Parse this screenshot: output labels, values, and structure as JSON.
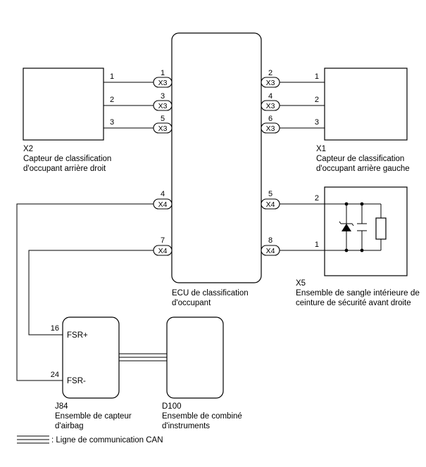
{
  "components": {
    "x2": {
      "id": "X2",
      "line1": "Capteur de classification",
      "line2": "d'occupant arrière droit"
    },
    "x1": {
      "id": "X1",
      "line1": "Capteur de classification",
      "line2": "d'occupant arrière gauche"
    },
    "ecu": {
      "line1": "ECU de classification",
      "line2": "d'occupant"
    },
    "x5": {
      "id": "X5",
      "line1": "Ensemble de sangle intérieure de",
      "line2": "ceinture de sécurité avant droite"
    },
    "j84": {
      "id": "J84",
      "line1": "Ensemble de capteur",
      "line2": "d'airbag",
      "pin_fsr_plus": "FSR+",
      "pin_fsr_minus": "FSR-"
    },
    "d100": {
      "id": "D100",
      "line1": "Ensemble de combiné",
      "line2": "d'instruments"
    }
  },
  "connectors": {
    "x3": "X3",
    "x4": "X4"
  },
  "pins": {
    "x2_1": "1",
    "x2_2": "2",
    "x2_3": "3",
    "ecu_x3_1": "1",
    "ecu_x3_3": "3",
    "ecu_x3_5": "5",
    "ecu_x3_2": "2",
    "ecu_x3_4": "4",
    "ecu_x3_6": "6",
    "x1_1": "1",
    "x1_2": "2",
    "x1_3": "3",
    "ecu_x4_4": "4",
    "ecu_x4_7": "7",
    "ecu_x4_5": "5",
    "ecu_x4_8": "8",
    "x5_2": "2",
    "x5_1": "1",
    "j84_16": "16",
    "j84_24": "24"
  },
  "legend": {
    "can_label": ": Ligne de communication CAN"
  }
}
